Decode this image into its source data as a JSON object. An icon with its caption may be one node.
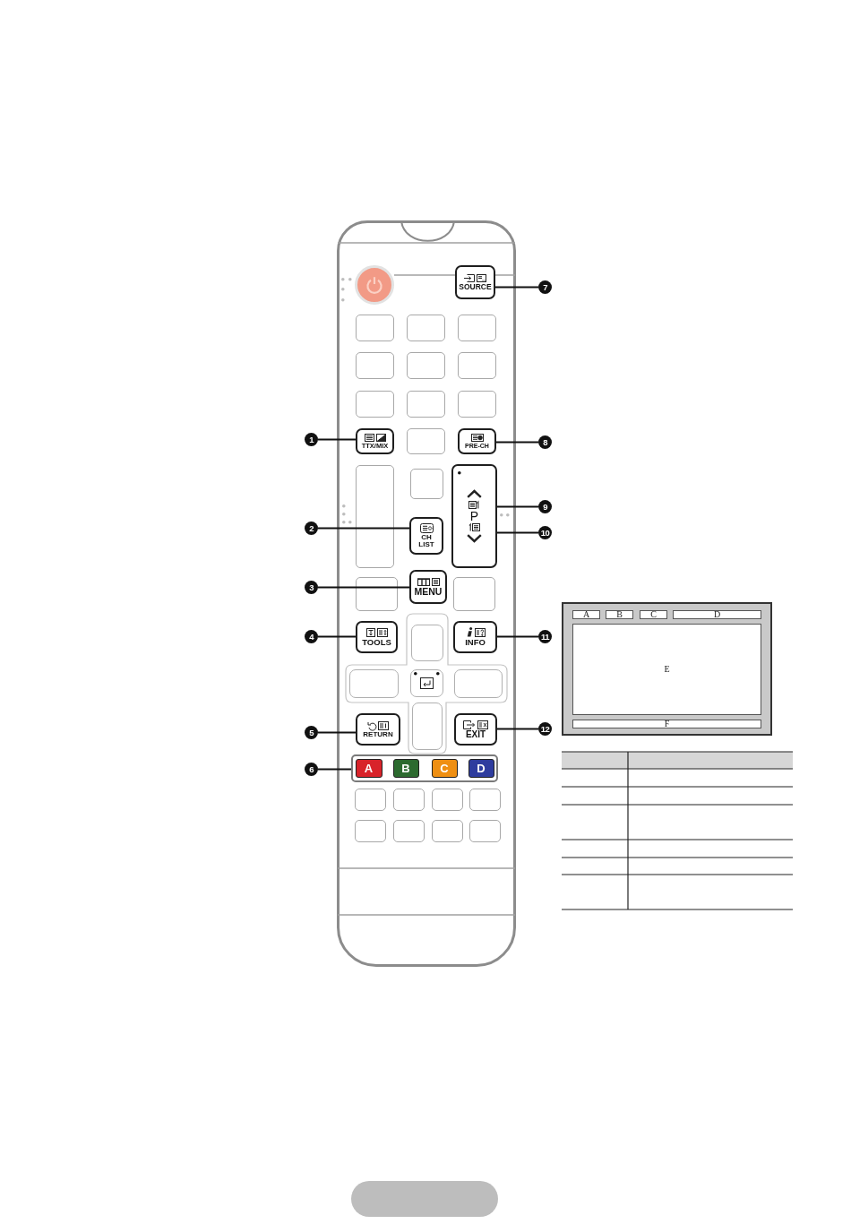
{
  "diagram": {
    "nodes": [
      {
        "text": [],
        "shape": "box"
      },
      {
        "text": [],
        "shape": "circle",
        "in": 0
      },
      {
        "text": [
          "SOURCE"
        ],
        "in": 0
      },
      {
        "text": [
          "7"
        ]
      },
      {
        "text": [],
        "shape": "box",
        "in": 0
      },
      {
        "text": [],
        "shape": "box",
        "in": 0
      },
      {
        "text": [],
        "shape": "box",
        "in": 0
      },
      {
        "text": [],
        "shape": "box",
        "in": 0
      },
      {
        "text": [],
        "shape": "box",
        "in": 0
      },
      {
        "text": [],
        "shape": "box",
        "in": 0
      },
      {
        "text": [],
        "shape": "box",
        "in": 0
      },
      {
        "text": [],
        "shape": "box",
        "in": 0
      },
      {
        "text": [],
        "shape": "box",
        "in": 0
      },
      {
        "text": [
          "1"
        ]
      },
      {
        "text": [
          "TTX/MIX"
        ],
        "in": 0
      },
      {
        "text": [],
        "shape": "box",
        "in": 0
      },
      {
        "text": [
          "PRE-CH"
        ],
        "in": 0
      },
      {
        "text": [
          "8"
        ]
      },
      {
        "text": [],
        "shape": "box",
        "in": 0
      },
      {
        "text": [],
        "shape": "box",
        "in": 0
      },
      {
        "text": [
          "P"
        ],
        "in": 0
      },
      {
        "text": [
          "9"
        ]
      },
      {
        "text": [
          "2"
        ]
      },
      {
        "text": [
          "CH LIST"
        ],
        "in": 0
      },
      {
        "text": [
          "10"
        ]
      },
      {
        "text": [
          "3"
        ]
      },
      {
        "text": [],
        "shape": "box",
        "in": 0
      },
      {
        "text": [
          "MENU"
        ],
        "in": 0
      },
      {
        "text": [],
        "shape": "box",
        "in": 0
      },
      {
        "text": [
          "4"
        ]
      },
      {
        "text": [
          "TOOLS"
        ],
        "in": 0
      },
      {
        "text": [],
        "shape": "box",
        "in": 0
      },
      {
        "text": [
          "INFO"
        ],
        "in": 0
      },
      {
        "text": [
          "11"
        ]
      },
      {
        "text": [],
        "shape": "box",
        "in": 0
      },
      {
        "text": [],
        "shape": "box",
        "in": 0
      },
      {
        "text": [],
        "shape": "box",
        "in": 0
      },
      {
        "text": [
          "5"
        ]
      },
      {
        "text": [
          "RETURN"
        ],
        "in": 0
      },
      {
        "text": [],
        "shape": "box",
        "in": 0
      },
      {
        "text": [
          "EXIT"
        ],
        "in": 0
      },
      {
        "text": [
          "12"
        ]
      },
      {
        "text": [
          "6"
        ]
      },
      {
        "text": [],
        "shape": "box",
        "in": 0
      },
      {
        "text": [
          "A"
        ],
        "in": 43
      },
      {
        "text": [
          "B"
        ],
        "in": 43
      },
      {
        "text": [
          "C"
        ],
        "in": 43
      },
      {
        "text": [
          "D"
        ],
        "in": 43
      },
      {
        "text": [],
        "shape": "box",
        "in": 0
      },
      {
        "text": [],
        "shape": "box",
        "in": 0
      },
      {
        "text": [],
        "shape": "box",
        "in": 0
      },
      {
        "text": [],
        "shape": "box",
        "in": 0
      },
      {
        "text": [],
        "shape": "box",
        "in": 0
      },
      {
        "text": [],
        "shape": "box",
        "in": 0
      },
      {
        "text": [],
        "shape": "box",
        "in": 0
      },
      {
        "text": [],
        "shape": "box",
        "in": 0
      },
      {
        "text": [],
        "shape": "box"
      },
      {
        "text": [
          "A"
        ],
        "in": 56
      },
      {
        "text": [
          "B"
        ],
        "in": 56
      },
      {
        "text": [
          "C"
        ],
        "in": 56
      },
      {
        "text": [
          "D"
        ],
        "in": 56
      },
      {
        "text": [
          "E"
        ],
        "in": 56
      },
      {
        "text": [
          "F"
        ],
        "in": 56
      }
    ],
    "edges": [
      {
        "from": 13,
        "to": 14,
        "arrow": "none"
      },
      {
        "from": 22,
        "to": 23,
        "arrow": "none"
      },
      {
        "from": 25,
        "to": 27,
        "arrow": "none"
      },
      {
        "from": 29,
        "to": 30,
        "arrow": "none"
      },
      {
        "from": 37,
        "to": 38,
        "arrow": "none"
      },
      {
        "from": 42,
        "to": 43,
        "arrow": "none"
      },
      {
        "from": 3,
        "to": 2,
        "arrow": "none"
      },
      {
        "from": 17,
        "to": 16,
        "arrow": "none"
      },
      {
        "from": 21,
        "to": 20,
        "arrow": "none"
      },
      {
        "from": 24,
        "to": 20,
        "arrow": "none"
      },
      {
        "from": 33,
        "to": 32,
        "arrow": "none"
      },
      {
        "from": 41,
        "to": 40,
        "arrow": "none"
      }
    ]
  }
}
